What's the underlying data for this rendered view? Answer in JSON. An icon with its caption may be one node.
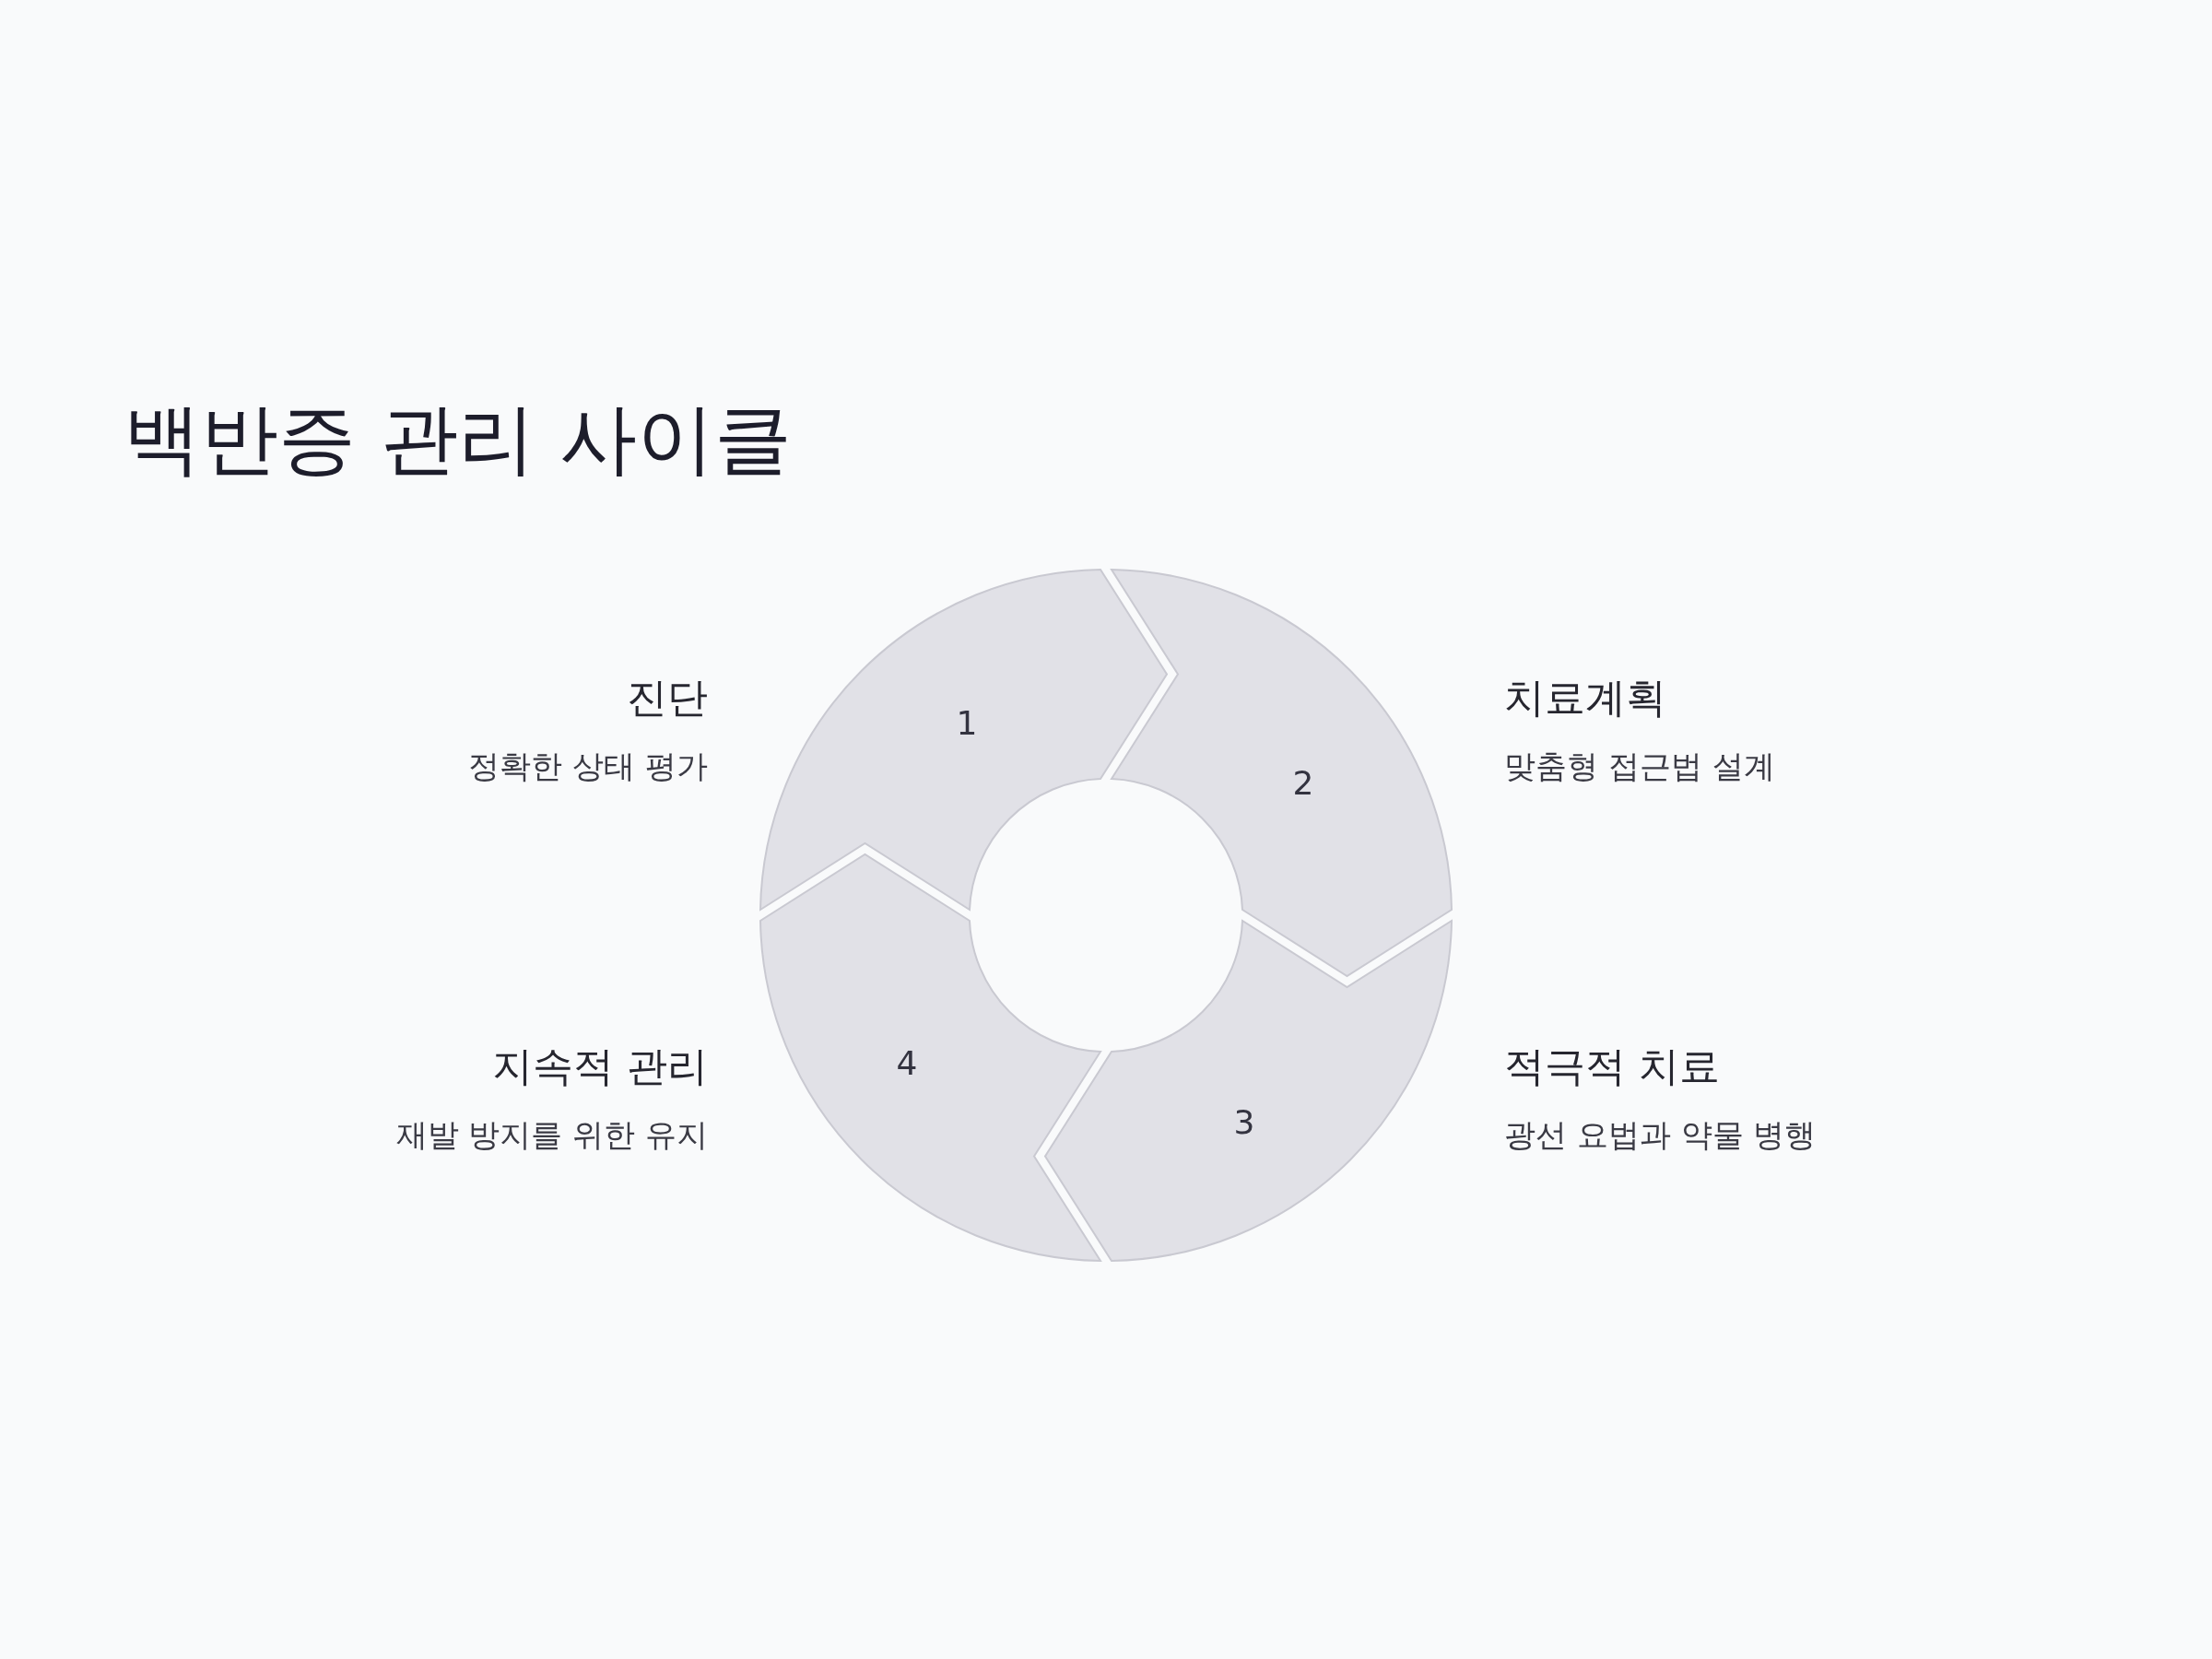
{
  "diagram": {
    "title": "백반증 관리 사이클",
    "nodes": [
      {
        "text": [
          "1"
        ],
        "beside": [
          "진단",
          "정확한 상태 평가"
        ]
      },
      {
        "text": [
          "2"
        ],
        "beside": [
          "치료계획",
          "맞춤형 접근법 설계"
        ]
      },
      {
        "text": [
          "3"
        ],
        "beside": [
          "적극적 치료",
          "광선 요법과 약물 병행"
        ]
      },
      {
        "text": [
          "4"
        ],
        "beside": [
          "지속적 관리",
          "재발 방지를 위한 유지"
        ]
      }
    ]
  }
}
